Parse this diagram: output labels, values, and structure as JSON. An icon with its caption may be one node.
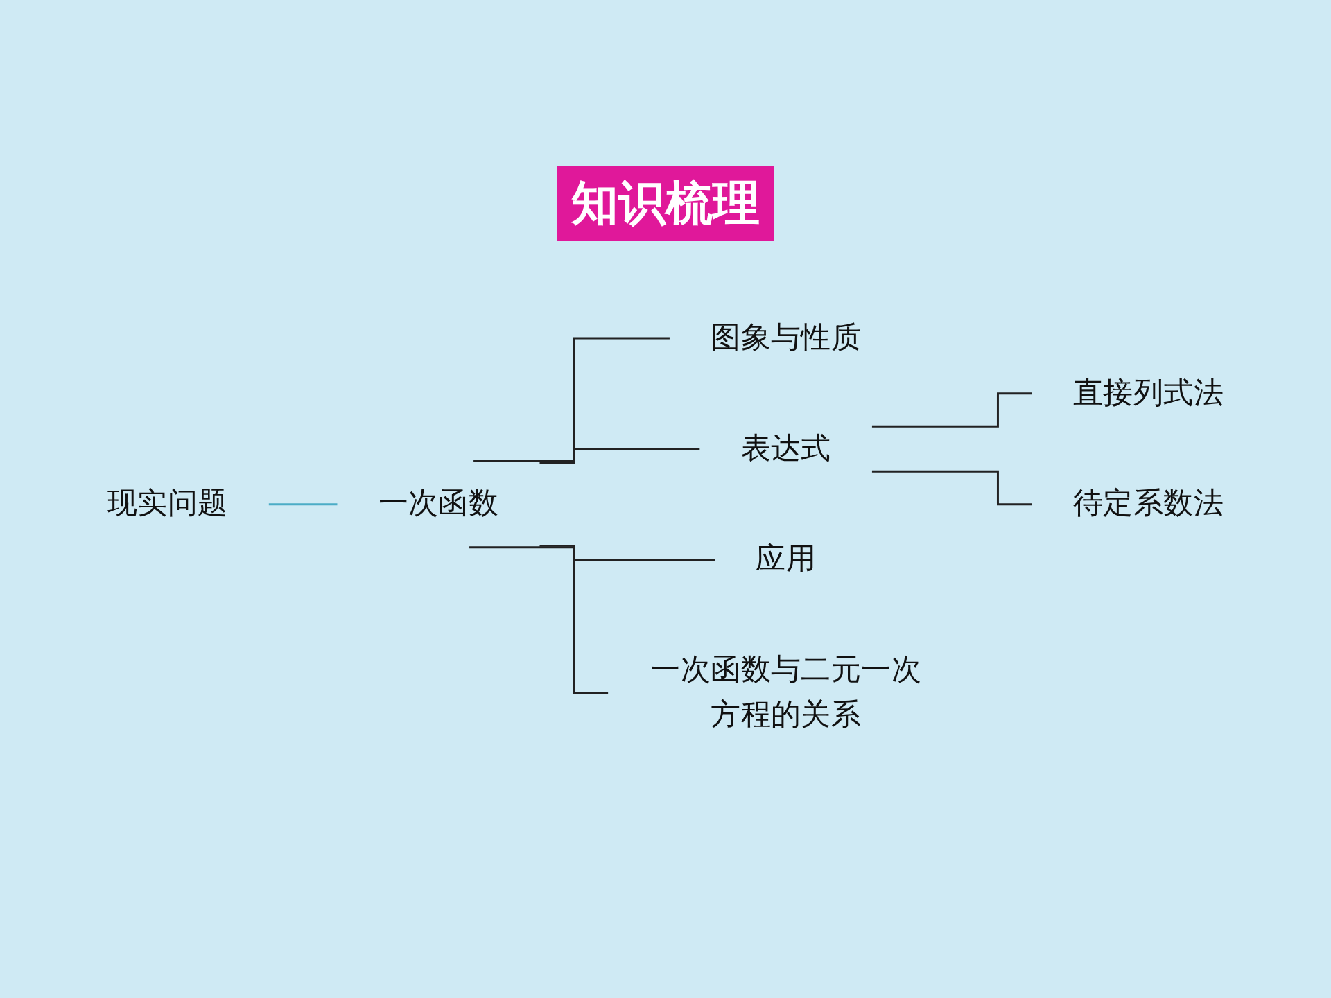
{
  "diagram": {
    "title": "知识梳理",
    "nodes": [
      {
        "text": [
          "现实问题"
        ]
      },
      {
        "text": [
          "一次函数"
        ]
      },
      {
        "text": [
          "图象与性质"
        ]
      },
      {
        "text": [
          "表达式"
        ]
      },
      {
        "text": [
          "直接列式法"
        ]
      },
      {
        "text": [
          "待定系数法"
        ]
      },
      {
        "text": [
          "应用"
        ]
      },
      {
        "text": [
          "一次函数与二元一次方程的关系"
        ]
      }
    ],
    "edges": [
      {
        "from": 0,
        "to": 1,
        "arrow": "none",
        "color": "#4bacc6"
      },
      {
        "from": 1,
        "to": 2,
        "arrow": "none"
      },
      {
        "from": 1,
        "to": 3,
        "arrow": "none"
      },
      {
        "from": 1,
        "to": 6,
        "arrow": "none"
      },
      {
        "from": 1,
        "to": 7,
        "arrow": "none"
      },
      {
        "from": 3,
        "to": 4,
        "arrow": "none"
      },
      {
        "from": 3,
        "to": 5,
        "arrow": "none"
      }
    ]
  }
}
